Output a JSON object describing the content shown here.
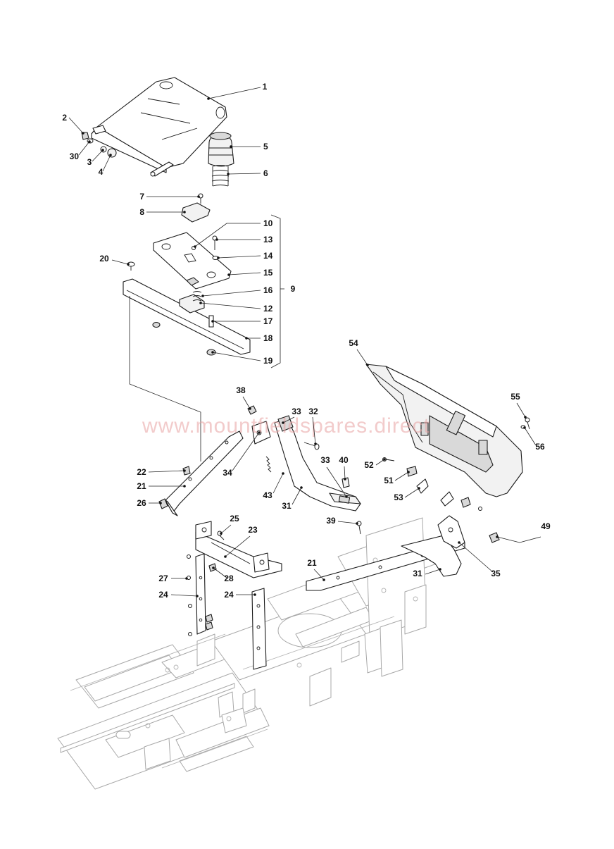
{
  "watermark": "www.mountfieldspares.direct",
  "callouts": [
    {
      "id": "c1",
      "label": "1"
    },
    {
      "id": "c2",
      "label": "2"
    },
    {
      "id": "c30",
      "label": "30"
    },
    {
      "id": "c3",
      "label": "3"
    },
    {
      "id": "c4",
      "label": "4"
    },
    {
      "id": "c5",
      "label": "5"
    },
    {
      "id": "c6",
      "label": "6"
    },
    {
      "id": "c7",
      "label": "7"
    },
    {
      "id": "c8",
      "label": "8"
    },
    {
      "id": "c10",
      "label": "10"
    },
    {
      "id": "c13",
      "label": "13"
    },
    {
      "id": "c14",
      "label": "14"
    },
    {
      "id": "c15",
      "label": "15"
    },
    {
      "id": "c16",
      "label": "16"
    },
    {
      "id": "c9",
      "label": "9"
    },
    {
      "id": "c12",
      "label": "12"
    },
    {
      "id": "c17",
      "label": "17"
    },
    {
      "id": "c18",
      "label": "18"
    },
    {
      "id": "c19",
      "label": "19"
    },
    {
      "id": "c20",
      "label": "20"
    },
    {
      "id": "c54",
      "label": "54"
    },
    {
      "id": "c55",
      "label": "55"
    },
    {
      "id": "c56",
      "label": "56"
    },
    {
      "id": "c38",
      "label": "38"
    },
    {
      "id": "c33a",
      "label": "33"
    },
    {
      "id": "c32",
      "label": "32"
    },
    {
      "id": "c33b",
      "label": "33"
    },
    {
      "id": "c40",
      "label": "40"
    },
    {
      "id": "c52",
      "label": "52"
    },
    {
      "id": "c51",
      "label": "51"
    },
    {
      "id": "c53",
      "label": "53"
    },
    {
      "id": "c22",
      "label": "22"
    },
    {
      "id": "c34",
      "label": "34"
    },
    {
      "id": "c21a",
      "label": "21"
    },
    {
      "id": "c43",
      "label": "43"
    },
    {
      "id": "c31a",
      "label": "31"
    },
    {
      "id": "c26",
      "label": "26"
    },
    {
      "id": "c39",
      "label": "39"
    },
    {
      "id": "c25",
      "label": "25"
    },
    {
      "id": "c23",
      "label": "23"
    },
    {
      "id": "c49",
      "label": "49"
    },
    {
      "id": "c21b",
      "label": "21"
    },
    {
      "id": "c27",
      "label": "27"
    },
    {
      "id": "c28",
      "label": "28"
    },
    {
      "id": "c31b",
      "label": "31"
    },
    {
      "id": "c35",
      "label": "35"
    },
    {
      "id": "c24a",
      "label": "24"
    },
    {
      "id": "c24b",
      "label": "24"
    }
  ]
}
